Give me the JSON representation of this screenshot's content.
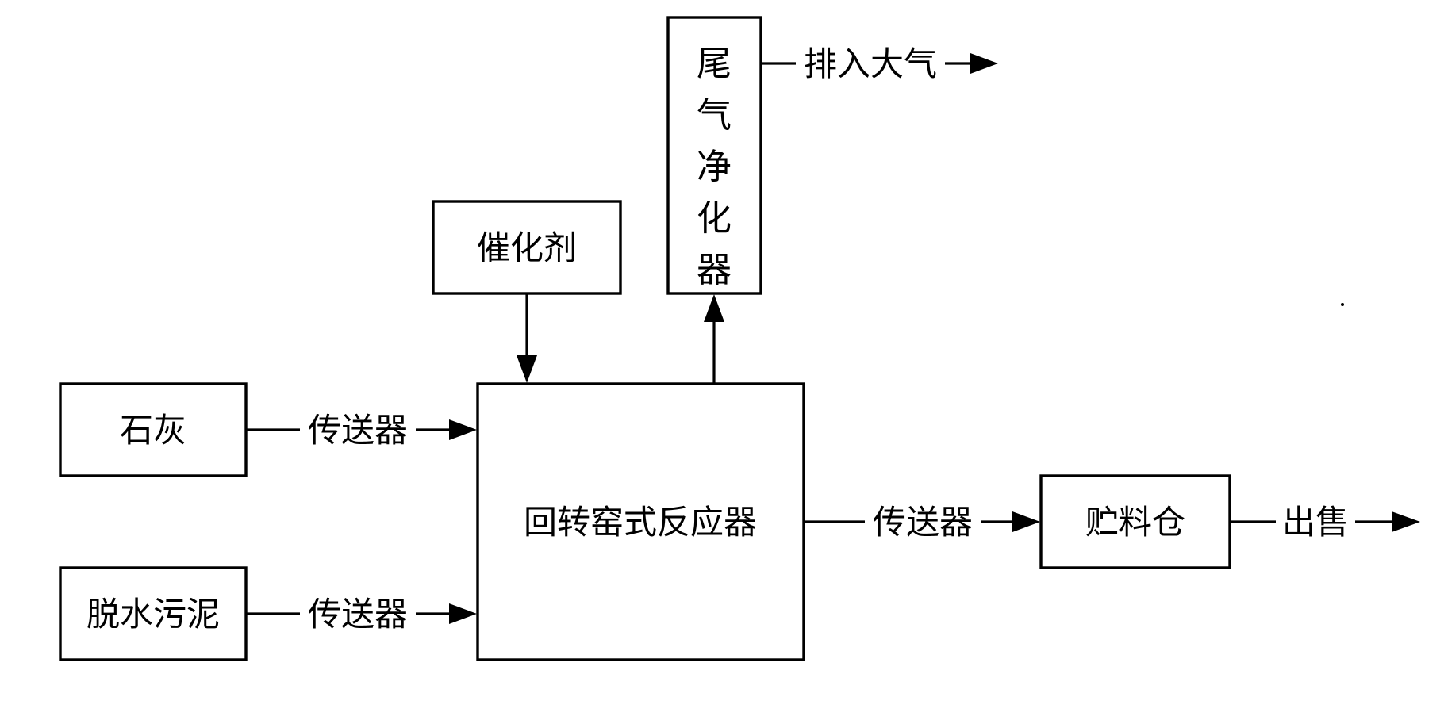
{
  "nodes": {
    "lime": "石灰",
    "dewatered_sludge": "脱水污泥",
    "catalyst": "催化剂",
    "exhaust_purifier": [
      "尾",
      "气",
      "净",
      "化",
      "器"
    ],
    "rotary_kiln_reactor": "回转窑式反应器",
    "storage_bin": "贮料仓"
  },
  "edges": {
    "lime_to_reactor": "传送器",
    "sludge_to_reactor": "传送器",
    "reactor_to_storage": "传送器",
    "purifier_out": "排入大气",
    "storage_out": "出售"
  }
}
